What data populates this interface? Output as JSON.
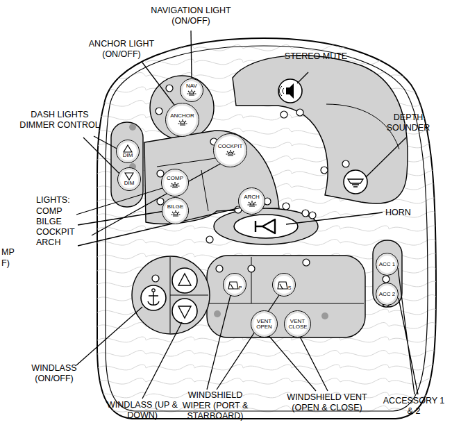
{
  "diagram": {
    "nodes": [
      {
        "text": [
          "NAV"
        ]
      },
      {
        "text": [
          "ANCHOR"
        ]
      },
      {
        "text": [
          "DIM"
        ]
      },
      {
        "text": [
          "DIM"
        ]
      },
      {
        "text": [
          "COCKPIT"
        ]
      },
      {
        "text": [
          "COMP"
        ]
      },
      {
        "text": [
          "ARCH"
        ]
      },
      {
        "text": [
          "BILGE"
        ]
      },
      {
        "text": [
          "P"
        ]
      },
      {
        "text": [
          "S"
        ]
      },
      {
        "text": [
          "ACC 1"
        ]
      },
      {
        "text": [
          "ACC 2"
        ]
      },
      {
        "text": [
          "VENT OPEN"
        ]
      },
      {
        "text": [
          "VENT CLOSE"
        ]
      }
    ],
    "labels": [
      "NAVIGATION LIGHT (ON/OFF)",
      "ANCHOR LIGHT (ON/OFF)",
      "STEREO MUTE",
      "DASH LIGHTS DIMMER CONTROL",
      "DEPTH SOUNDER",
      "LIGHTS:",
      "COMP",
      "BILGE",
      "HORN",
      "COCKPIT",
      "ARCH",
      "MP",
      "F)",
      "WINDLASS (ON/OFF)",
      "WINDLASS (UP & DOWN)",
      "WINDSHIELD WIPER (PORT & STARBOARD)",
      "WINDSHIELD VENT (OPEN & CLOSE)",
      "ACCESSORY 1 & 2"
    ]
  }
}
